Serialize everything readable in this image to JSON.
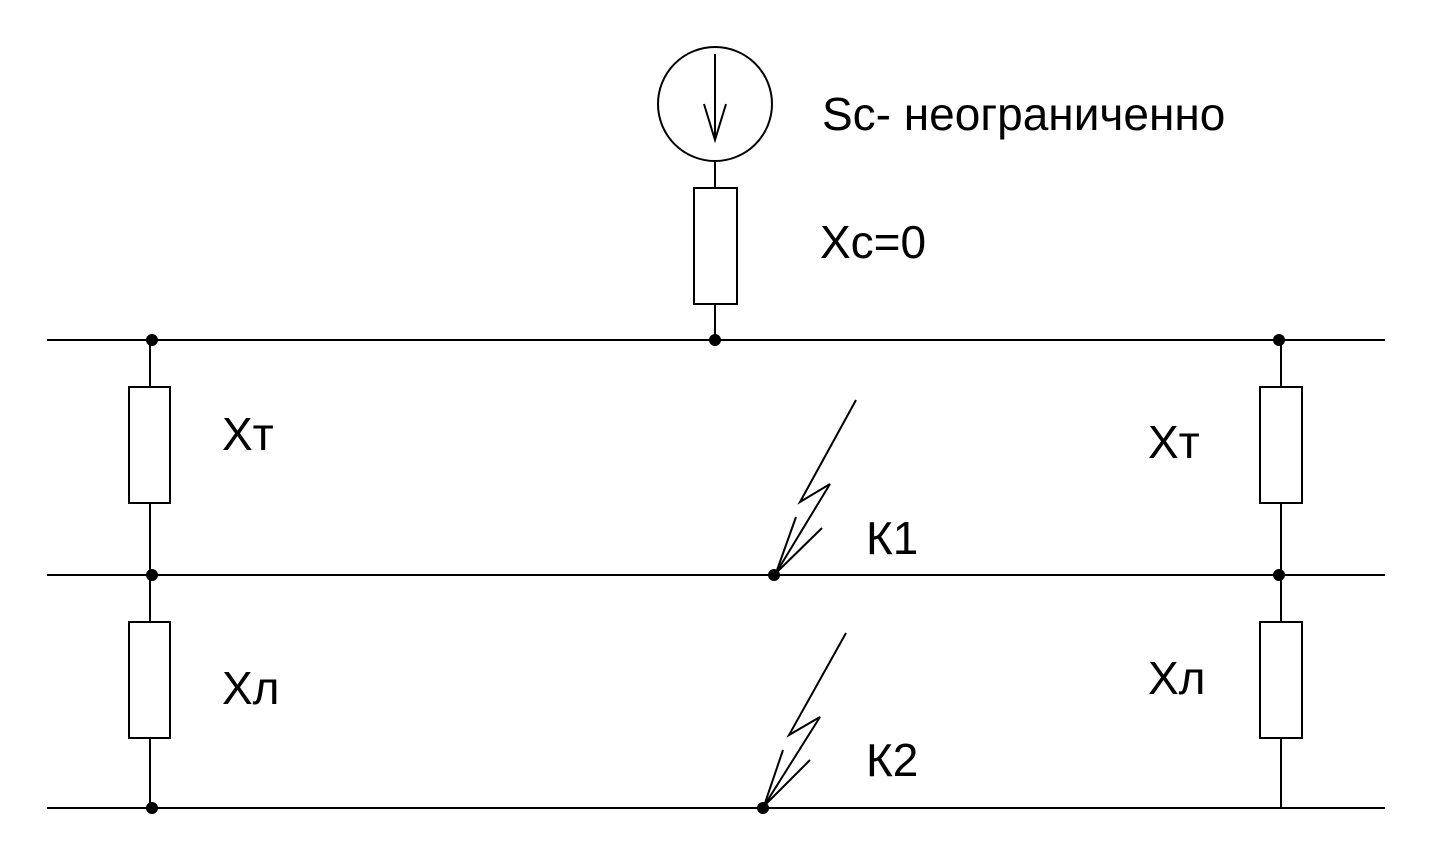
{
  "labels": {
    "source": "Sc- неограниченно",
    "source_reactance": "Xc=0",
    "transformer_left": "Xт",
    "transformer_right": "Xт",
    "line_left": "Xл",
    "line_right": "Xл",
    "fault_1": "К1",
    "fault_2": "К2"
  },
  "colors": {
    "stroke": "#000000",
    "background": "#ffffff"
  },
  "icons": {
    "source": "current-source-icon",
    "fault": "lightning-fault-icon",
    "impedance": "resistor-box-icon"
  }
}
